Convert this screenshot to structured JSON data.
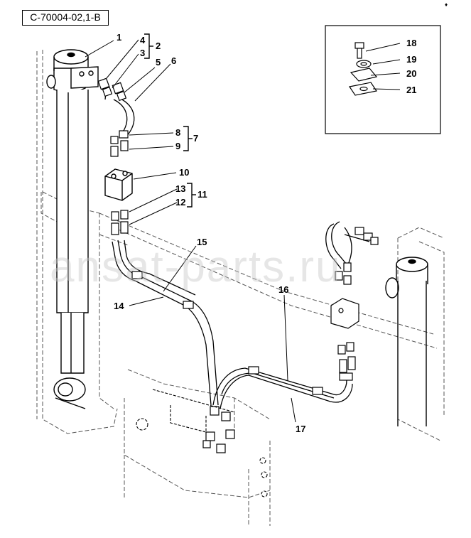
{
  "drawing_ref": "C-70004-02,1-B",
  "corner_mark": "♦",
  "watermark": "ansat-parts.ru",
  "callouts": [
    {
      "id": "c1",
      "text": "1"
    },
    {
      "id": "c2",
      "text": "2"
    },
    {
      "id": "c3",
      "text": "3"
    },
    {
      "id": "c4",
      "text": "4"
    },
    {
      "id": "c5",
      "text": "5"
    },
    {
      "id": "c6",
      "text": "6"
    },
    {
      "id": "c7",
      "text": "7"
    },
    {
      "id": "c8",
      "text": "8"
    },
    {
      "id": "c9",
      "text": "9"
    },
    {
      "id": "c10",
      "text": "10"
    },
    {
      "id": "c11",
      "text": "11"
    },
    {
      "id": "c12",
      "text": "12"
    },
    {
      "id": "c13",
      "text": "13"
    },
    {
      "id": "c14",
      "text": "14"
    },
    {
      "id": "c15",
      "text": "15"
    },
    {
      "id": "c16",
      "text": "16"
    },
    {
      "id": "c17",
      "text": "17"
    },
    {
      "id": "c18",
      "text": "18"
    },
    {
      "id": "c19",
      "text": "19"
    },
    {
      "id": "c20",
      "text": "20"
    },
    {
      "id": "c21",
      "text": "21"
    }
  ]
}
